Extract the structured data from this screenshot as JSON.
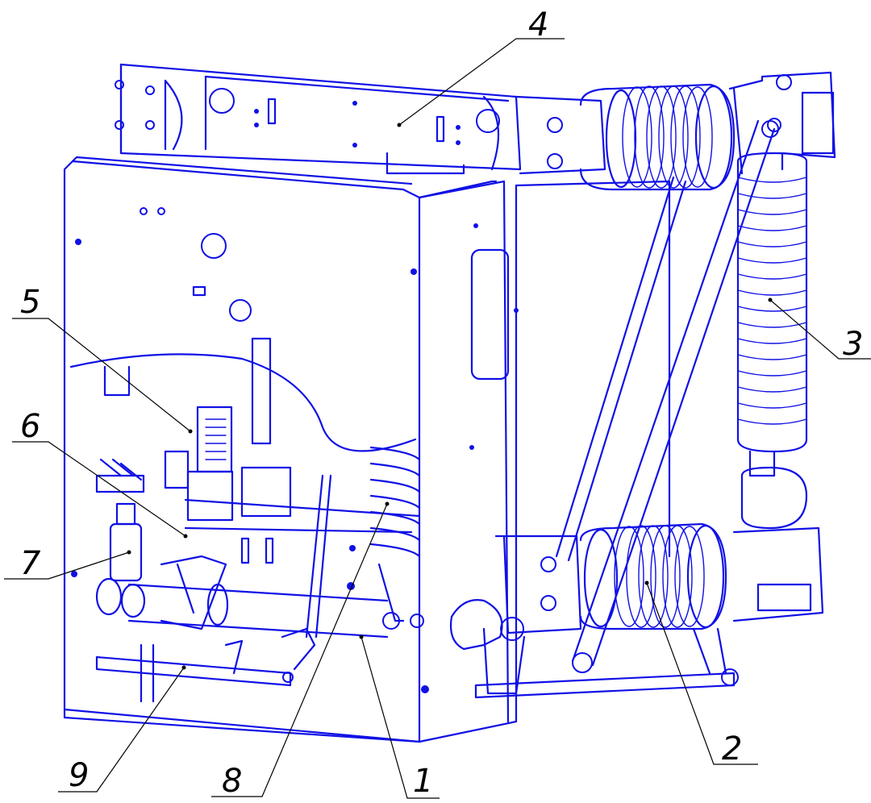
{
  "callouts": [
    {
      "id": "1",
      "label": "1"
    },
    {
      "id": "2",
      "label": "2"
    },
    {
      "id": "3",
      "label": "3"
    },
    {
      "id": "4",
      "label": "4"
    },
    {
      "id": "5",
      "label": "5"
    },
    {
      "id": "6",
      "label": "6"
    },
    {
      "id": "7",
      "label": "7"
    },
    {
      "id": "8",
      "label": "8"
    },
    {
      "id": "9",
      "label": "9"
    }
  ],
  "colors": {
    "drawing": "#1010e6",
    "leader": "#000000",
    "background": "#ffffff"
  }
}
